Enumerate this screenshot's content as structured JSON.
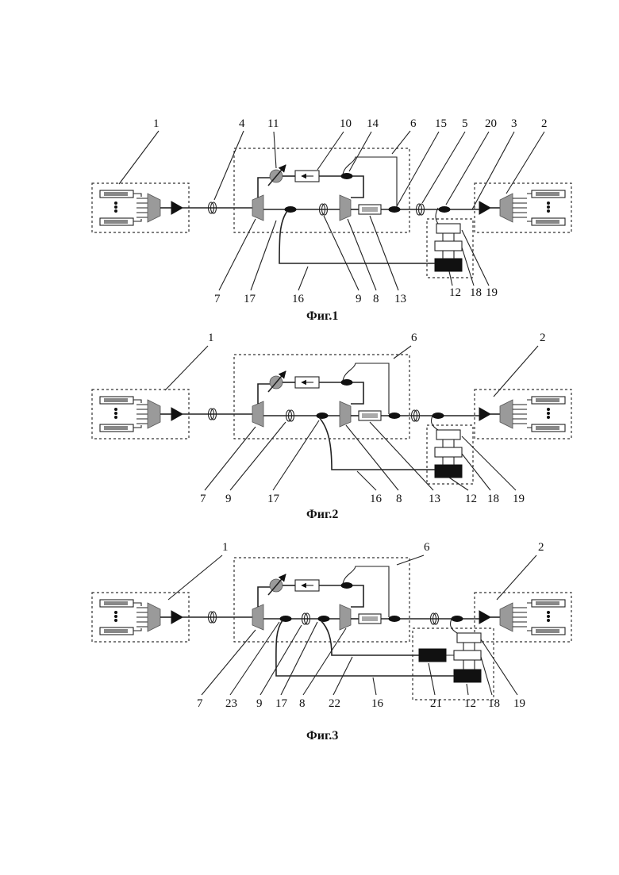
{
  "figures": [
    {
      "caption": "Фиг.1",
      "labels": [
        "1",
        "4",
        "11",
        "10",
        "14",
        "6",
        "15",
        "5",
        "20",
        "3",
        "2",
        "7",
        "17",
        "16",
        "9",
        "8",
        "13",
        "12",
        "18",
        "19"
      ]
    },
    {
      "caption": "Фиг.2",
      "labels": [
        "1",
        "6",
        "2",
        "7",
        "9",
        "17",
        "16",
        "8",
        "13",
        "12",
        "18",
        "19"
      ]
    },
    {
      "caption": "Фиг.3",
      "labels": [
        "1",
        "6",
        "2",
        "7",
        "23",
        "9",
        "17",
        "8",
        "22",
        "16",
        "21",
        "12",
        "18",
        "19"
      ]
    }
  ]
}
